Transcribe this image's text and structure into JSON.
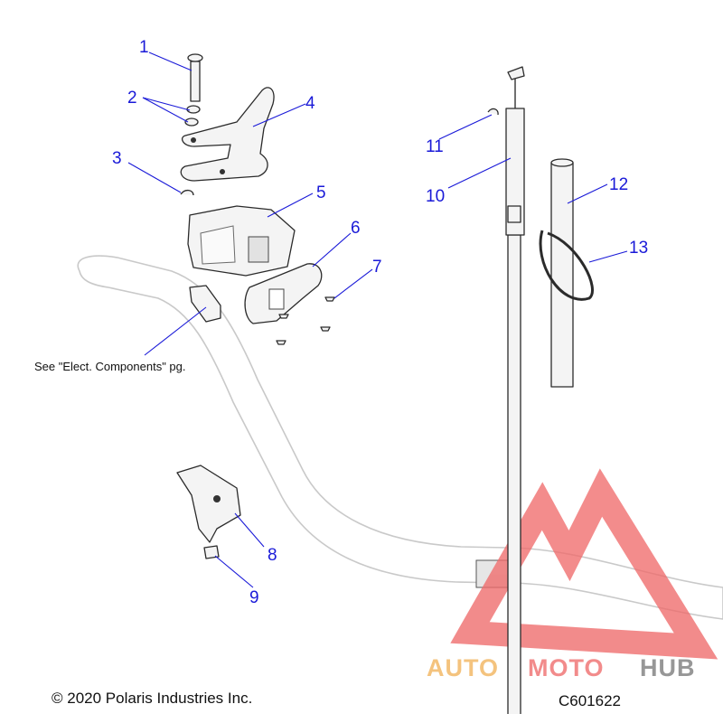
{
  "callouts": [
    {
      "id": "1",
      "label": "1"
    },
    {
      "id": "2",
      "label": "2"
    },
    {
      "id": "3",
      "label": "3"
    },
    {
      "id": "4",
      "label": "4"
    },
    {
      "id": "5",
      "label": "5"
    },
    {
      "id": "6",
      "label": "6"
    },
    {
      "id": "7",
      "label": "7"
    },
    {
      "id": "8",
      "label": "8"
    },
    {
      "id": "9",
      "label": "9"
    },
    {
      "id": "10",
      "label": "10"
    },
    {
      "id": "11",
      "label": "11"
    },
    {
      "id": "12",
      "label": "12"
    },
    {
      "id": "13",
      "label": "13"
    }
  ],
  "note": "See \"Elect. Components\" pg.",
  "copyright": "© 2020 Polaris Industries Inc.",
  "figure_code": "C601622",
  "watermark": {
    "word_a": "AUTO",
    "word_b": "MOTO",
    "word_c": "HUB"
  },
  "colors": {
    "callout": "#1a1ad8",
    "watermark_red": "#ef6b6b",
    "watermark_gold": "#f2b35b",
    "watermark_gray": "#7a7a7a"
  }
}
